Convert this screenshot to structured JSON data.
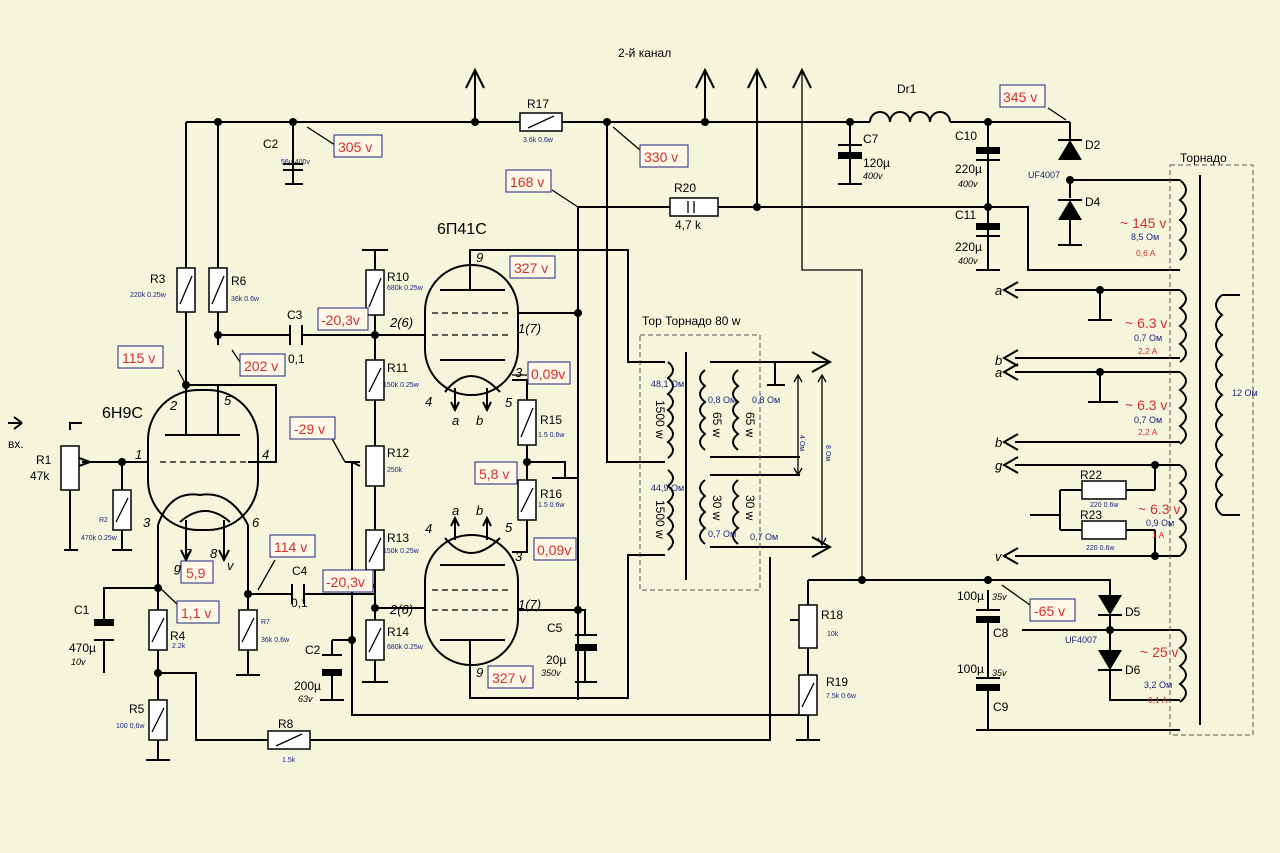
{
  "title": "2-й канал",
  "tubes": {
    "driver": "6Н9С",
    "output": "6П41С"
  },
  "input": {
    "label": "вх."
  },
  "transformers": {
    "output": {
      "title": "Тор Торнадо 80 w",
      "primary_upper": {
        "resistance": "48,1 Ом",
        "power": "1500 w"
      },
      "primary_lower": {
        "resistance": "44,9 Ом",
        "power": "1500 w"
      },
      "sec1_left": {
        "ohm": "0,8 Ом",
        "power": "65 w"
      },
      "sec1_right": {
        "ohm": "0,8 Ом",
        "power": "65 w"
      },
      "sec2_left": {
        "ohm": "0,7 Ом",
        "power": "30 w"
      },
      "sec2_right": {
        "ohm": "0,7 Ом",
        "power": "30 w"
      },
      "tap_4": "4 Ом",
      "tap_8": "8 Ом"
    },
    "power": {
      "title": "Торнадо",
      "primary": "12 Ом",
      "windings": [
        {
          "volt": "~ 145 v",
          "ohm": "8,5 Ом",
          "amp": "0,6 A"
        },
        {
          "volt": "~ 6.3 v",
          "ohm": "0,7 Ом",
          "amp": "2,2 A"
        },
        {
          "volt": "~ 6.3 v",
          "ohm": "0,7 Ом",
          "amp": "2,2 A"
        },
        {
          "volt": "~ 6.3 v",
          "ohm": "0,9 Ом",
          "amp": "1 A"
        },
        {
          "volt": "~ 25 v",
          "ohm": "3,2 Ом",
          "amp": "0,1 A"
        }
      ]
    }
  },
  "letters": {
    "a": "a",
    "b": "b",
    "g": "g",
    "v": "v"
  },
  "components": {
    "R1": {
      "name": "R1",
      "value": "47k"
    },
    "R2": {
      "name": "R2",
      "value": "470k 0.25w"
    },
    "R3": {
      "name": "R3",
      "value": "220k 0.25w"
    },
    "R4": {
      "name": "R4",
      "value": "2.2k"
    },
    "R5": {
      "name": "R5",
      "value": "100 0,6w"
    },
    "R6": {
      "name": "R6",
      "value": "36k 0.6w"
    },
    "R7": {
      "name": "R7",
      "value": "36k 0.6w"
    },
    "R8": {
      "name": "R8",
      "value": "1.5k"
    },
    "R10": {
      "name": "R10",
      "value": "680k 0.25w"
    },
    "R11": {
      "name": "R11",
      "value": "150k 0.25w"
    },
    "R12": {
      "name": "R12",
      "value": "250k"
    },
    "R13": {
      "name": "R13",
      "value": "150k 0.25w"
    },
    "R14": {
      "name": "R14",
      "value": "680k 0.25w"
    },
    "R15": {
      "name": "R15",
      "value": "1.5 0.6w"
    },
    "R16": {
      "name": "R16",
      "value": "1.5 0.6w"
    },
    "R17": {
      "name": "R17",
      "value": "3.6k 0.6w"
    },
    "R18": {
      "name": "R18",
      "value": "10k"
    },
    "R19": {
      "name": "R19",
      "value": "7.5k 0.6w"
    },
    "R20": {
      "name": "R20",
      "value": "4,7 k"
    },
    "R22": {
      "name": "R22",
      "value": "220 0.6w"
    },
    "R23": {
      "name": "R23",
      "value": "220 0.6w"
    },
    "C1": {
      "name": "C1",
      "value": "470µ",
      "volt": "10v"
    },
    "C2": {
      "name": "C2",
      "value": "200µ",
      "volt": "63v"
    },
    "C2top": {
      "name": "C2",
      "value": "56µ 400v"
    },
    "C3": {
      "name": "C3",
      "value": "0,1"
    },
    "C4": {
      "name": "C4",
      "value": "0,1"
    },
    "C5": {
      "name": "C5",
      "value": "20µ",
      "volt": "350v"
    },
    "C7": {
      "name": "C7",
      "value": "120µ",
      "volt": "400v"
    },
    "C8": {
      "name": "C8",
      "value": "100µ",
      "volt": "35v"
    },
    "C9": {
      "name": "C9",
      "value": "100µ",
      "volt": "35v"
    },
    "C10": {
      "name": "C10",
      "value": "220µ",
      "volt": "400v"
    },
    "C11": {
      "name": "C11",
      "value": "220µ",
      "volt": "400v"
    },
    "Dr1": {
      "name": "Dr1"
    },
    "D2": {
      "name": "D2",
      "part": "UF4007"
    },
    "D4": {
      "name": "D4"
    },
    "D5": {
      "name": "D5",
      "part": "UF4007"
    },
    "D6": {
      "name": "D6"
    }
  },
  "pins": {
    "p1": "1",
    "p2": "2",
    "p3": "3",
    "p4": "4",
    "p5": "5",
    "p6": "6",
    "p7": "7",
    "p8": "8",
    "p9": "9",
    "p26": "2(6)",
    "p17": "1(7)"
  },
  "voltages": {
    "v305": "305 v",
    "v330": "330 v",
    "v345": "345 v",
    "v168": "168 v",
    "v327a": "327 v",
    "v327b": "327 v",
    "v203": "-20,3v",
    "v203b": "-20,3v",
    "v115": "115 v",
    "v202": "202 v",
    "v29": "-29 v",
    "v009a": "0,09v",
    "v009b": "0,09v",
    "v58": "5,8 v",
    "v59": "5,9",
    "v114": "114 v",
    "v11": "1,1 v",
    "v65": "-65 v"
  },
  "colors": {
    "background": "#f5f5dc",
    "voltage_text": "#d32f2f",
    "detail_text": "#1a237e"
  }
}
